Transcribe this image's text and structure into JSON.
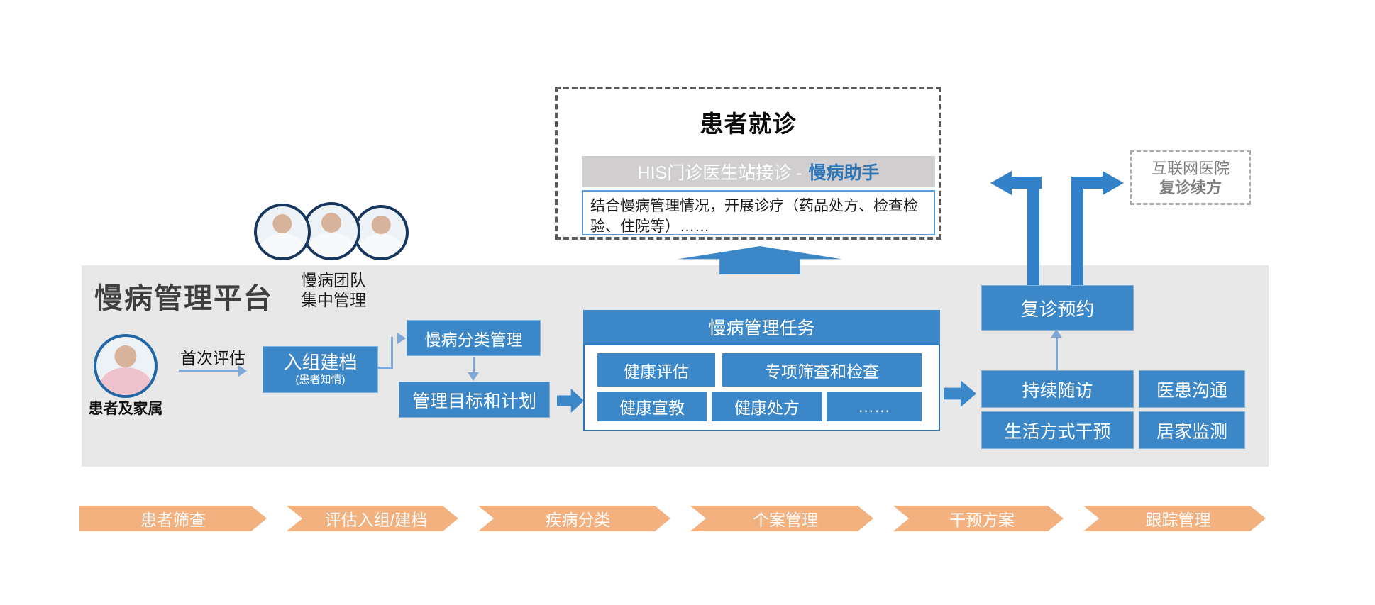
{
  "colors": {
    "primary_blue": "#3B87C8",
    "accent_dark_blue": "#2E75B6",
    "light_blue_connector": "#7FA8D9",
    "platform_gray": "#E8E8E8",
    "his_bar_gray": "#D0CECE",
    "banner_orange": "#F3B17F",
    "dashed_border_dark": "#595959",
    "muted_gray_text": "#7F7F7F"
  },
  "visit_box": {
    "title": "患者就诊",
    "his_prefix": "HIS门诊医生站接诊 -",
    "his_highlight": "慢病助手",
    "detail": "结合慢病管理情况，开展诊疗（药品处方、检查检验、住院等）……"
  },
  "internet_hospital": {
    "line1": "互联网医院",
    "line2": "复诊续方"
  },
  "platform": {
    "title": "慢病管理平台",
    "team_caption": {
      "line1": "慢病团队",
      "line2": "集中管理"
    },
    "patient_label": "患者及家属",
    "first_assessment_label": "首次评估",
    "enroll": {
      "title": "入组建档",
      "subtitle": "(患者知情)"
    },
    "classification": "慢病分类管理",
    "goal_plan": "管理目标和计划",
    "task_panel": {
      "header": "慢病管理任务",
      "items_row1": [
        "健康评估",
        "专项筛查和检查"
      ],
      "items_row2": [
        "健康宣教",
        "健康处方",
        "……"
      ]
    },
    "revisit": "复诊预约",
    "followup": "持续随访",
    "communication": "医患沟通",
    "lifestyle": "生活方式干预",
    "home_monitor": "居家监测"
  },
  "banner": {
    "steps": [
      "患者筛查",
      "评估入组/建档",
      "疾病分类",
      "个案管理",
      "干预方案",
      "跟踪管理"
    ]
  }
}
